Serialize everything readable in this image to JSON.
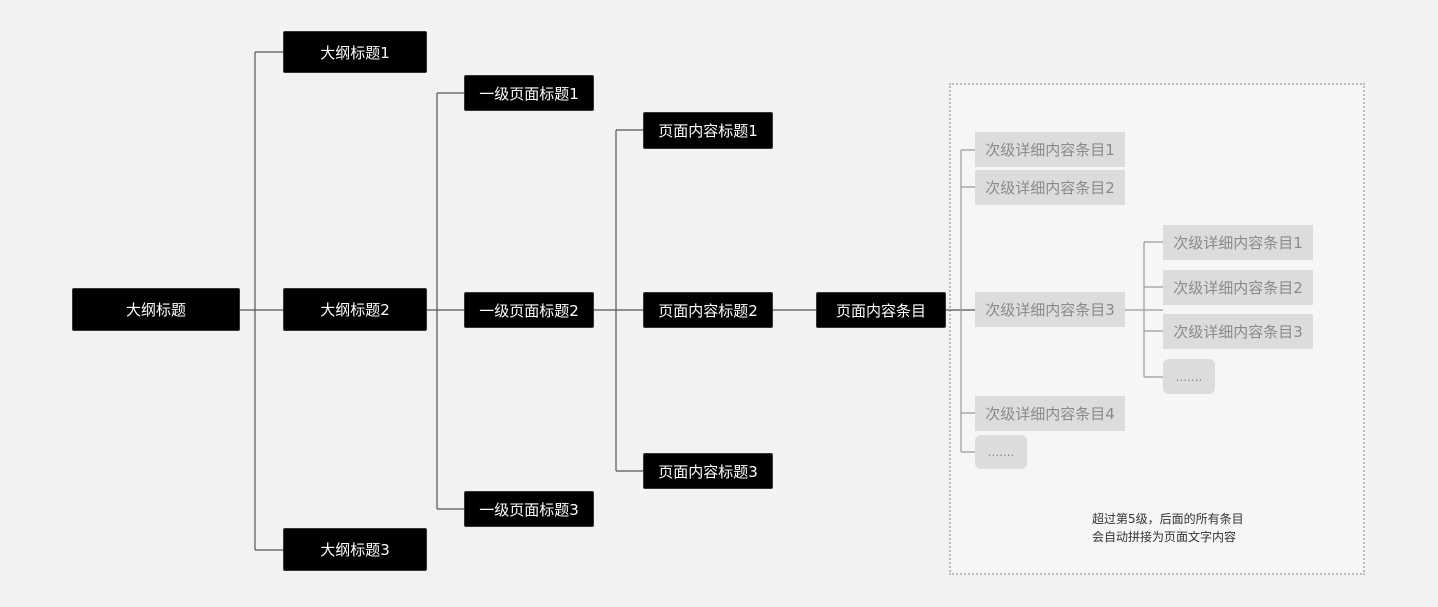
{
  "root": "大纲标题",
  "level1": [
    "大纲标题1",
    "大纲标题2",
    "大纲标题3"
  ],
  "level2": [
    "一级页面标题1",
    "一级页面标题2",
    "一级页面标题3"
  ],
  "level3": [
    "页面内容标题1",
    "页面内容标题2",
    "页面内容标题3"
  ],
  "level4": "页面内容条目",
  "level5": [
    "次级详细内容条目1",
    "次级详细内容条目2",
    "次级详细内容条目3",
    "次级详细内容条目4",
    "......."
  ],
  "level6": [
    "次级详细内容条目1",
    "次级详细内容条目2",
    "次级详细内容条目3",
    "......."
  ],
  "note": [
    "超过第5级，后面的所有条目",
    "会自动拼接为页面文字内容"
  ]
}
